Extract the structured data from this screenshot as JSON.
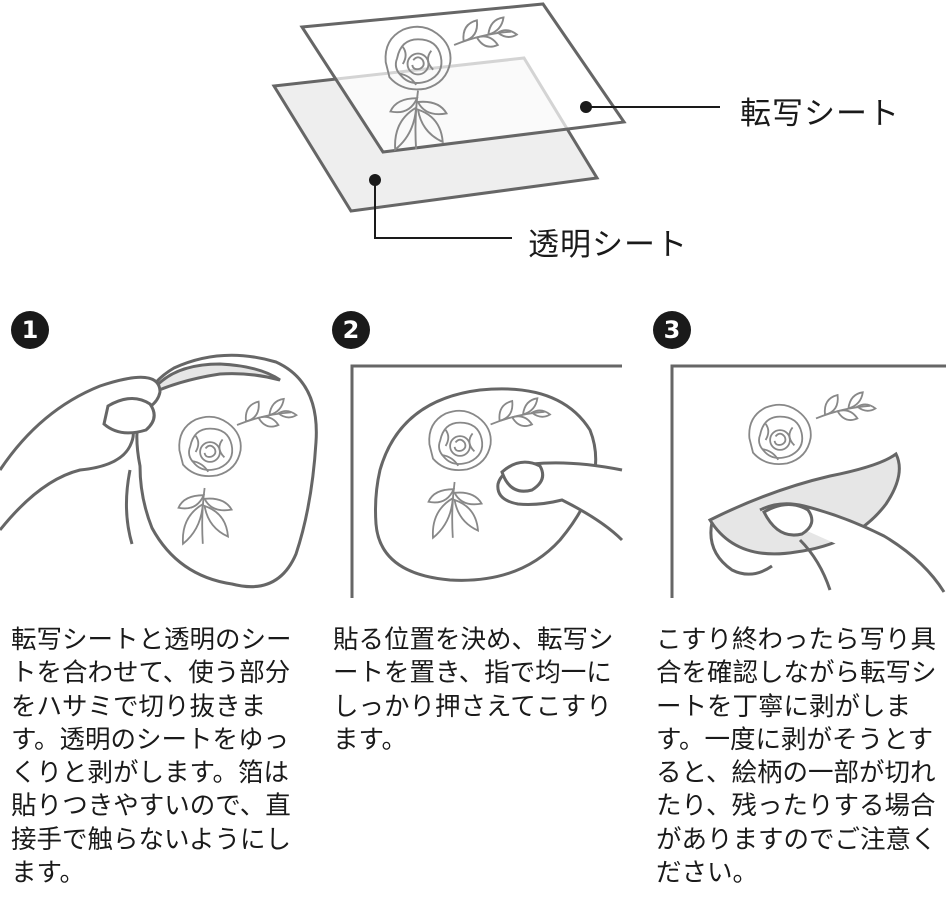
{
  "labels": {
    "transfer_sheet": "転写シート",
    "transparent_sheet": "透明シート"
  },
  "steps": [
    {
      "number": "1",
      "text": "転写シートと透明のシートを合わせて、使う部分をハサミで切り抜きます。透明のシートをゆっくりと剥がします。箔は貼りつきやすいので、直接手で触らないようにします。"
    },
    {
      "number": "2",
      "text": "貼る位置を決め、転写シートを置き、指で均一にしっかり押さえてこすります。"
    },
    {
      "number": "3",
      "text": "こすり終わったら写り具合を確認しながら転写シートを丁寧に剥がします。一度に剥がそうとすると、絵柄の一部が切れたり、残ったりする場合がありますのでご注意ください。"
    }
  ],
  "colors": {
    "ink": "#1a1a1a",
    "line": "#666666",
    "sheet_fill": "#eeeeee"
  }
}
